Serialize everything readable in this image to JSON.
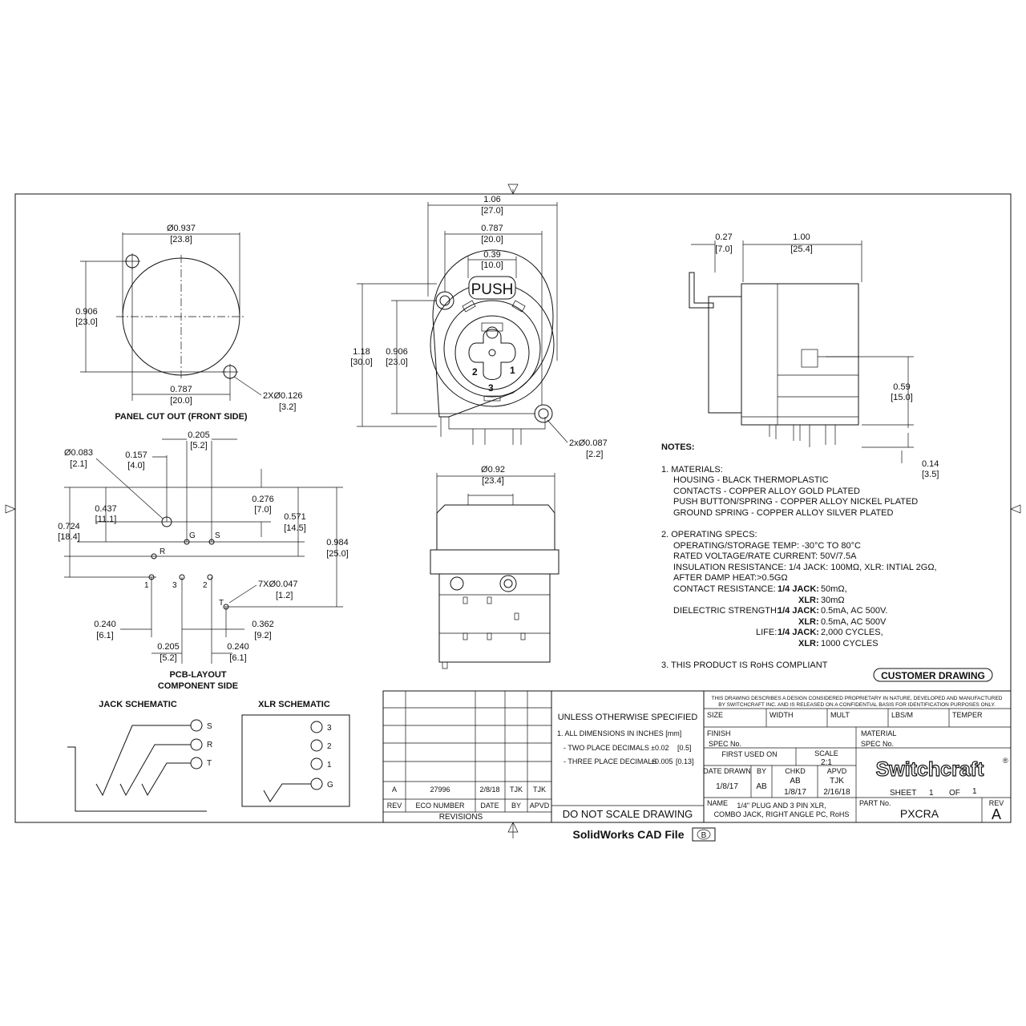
{
  "notes": {
    "heading": "NOTES:",
    "materials": {
      "title": "1.  MATERIALS:",
      "lines": [
        "HOUSING - BLACK THERMOPLASTIC",
        "CONTACTS - COPPER ALLOY GOLD PLATED",
        "PUSH BUTTON/SPRING - COPPER ALLOY NICKEL PLATED",
        "GROUND SPRING - COPPER ALLOY SILVER PLATED"
      ]
    },
    "specs": {
      "title": "2.  OPERATING SPECS:",
      "temp": "OPERATING/STORAGE TEMP:  -30°C  TO 80°C",
      "rated": "RATED VOLTAGE/RATE CURRENT: 50V/7.5A",
      "insulation": "INSULATION RESISTANCE: 1/4 JACK: 100MΩ, XLR: INTIAL 2GΩ,",
      "damp": "AFTER DAMP HEAT:>0.5GΩ",
      "contact_label": "CONTACT RESISTANCE:",
      "jack_b": "1/4 JACK:",
      "contact_jack": "50mΩ,",
      "xlr_b": "XLR:",
      "contact_xlr": "30mΩ",
      "dielectric_label": "DIELECTRIC STRENGTH:",
      "diel_jack": "0.5mA, AC 500V.",
      "diel_xlr": "0.5mA, AC 500V",
      "life_label": "LIFE:",
      "life_jack": "2,000 CYCLES,",
      "life_xlr": "1000 CYCLES"
    },
    "rohs": "3.  THIS PRODUCT IS RoHS COMPLIANT"
  },
  "customer_drawing": "CUSTOMER DRAWING",
  "panel_cutout": {
    "label": "PANEL CUT OUT (FRONT SIDE)",
    "dia_in": "Ø0.937",
    "dia_mm": "[23.8]",
    "h_in": "0.906",
    "h_mm": "[23.0]",
    "w_in": "0.787",
    "w_mm": "[20.0]",
    "hole_in": "2XØ0.126",
    "hole_mm": "[3.2]"
  },
  "front_view": {
    "push": "PUSH",
    "w1_in": "1.06",
    "w1_mm": "[27.0]",
    "w2_in": "0.787",
    "w2_mm": "[20.0]",
    "w3_in": "0.39",
    "w3_mm": "[10.0]",
    "h1_in": "1.18",
    "h1_mm": "[30.0]",
    "h2_in": "0.906",
    "h2_mm": "[23.0]",
    "hole_in": "2xØ0.087",
    "hole_mm": "[2.2]",
    "pin1": "1",
    "pin2": "2",
    "pin3": "3"
  },
  "side_view": {
    "d1_in": "0.27",
    "d1_mm": "[7.0]",
    "d2_in": "1.00",
    "d2_mm": "[25.4]",
    "d3_in": "0.59",
    "d3_mm": "[15.0]",
    "d4_in": "0.14",
    "d4_mm": "[3.5]"
  },
  "bottom_view": {
    "dia_in": "Ø0.92",
    "dia_mm": "[23.4]"
  },
  "pcb_layout": {
    "label1": "PCB-LAYOUT",
    "label2": "COMPONENT SIDE",
    "a_in": "Ø0.083",
    "a_mm": "[2.1]",
    "b_in": "0.157",
    "b_mm": "[4.0]",
    "c_in": "0.205",
    "c_mm": "[5.2]",
    "d_in": "0.276",
    "d_mm": "[7.0]",
    "e_in": "0.437",
    "e_mm": "[11.1]",
    "f_in": "0.571",
    "f_mm": "[14.5]",
    "g_in": "0.724",
    "g_mm": "[18.4]",
    "h_in": "0.984",
    "h_mm": "[25.0]",
    "i_in": "7XØ0.047",
    "i_mm": "[1.2]",
    "j_in": "0.240",
    "j_mm": "[6.1]",
    "k_in": "0.362",
    "k_mm": "[9.2]",
    "l_in": "0.205",
    "l_mm": "[5.2]",
    "m_in": "0.240",
    "m_mm": "[6.1]",
    "pins": {
      "G": "G",
      "S": "S",
      "R": "R",
      "T": "T",
      "p1": "1",
      "p2": "2",
      "p3": "3"
    }
  },
  "jack_schematic": {
    "title": "JACK SCHEMATIC",
    "s": "S",
    "r": "R",
    "t": "T"
  },
  "xlr_schematic": {
    "title": "XLR SCHEMATIC",
    "p3": "3",
    "p2": "2",
    "p1": "1",
    "g": "G"
  },
  "revisions": {
    "rev_h": "REV",
    "eco_h": "ECO NUMBER",
    "date_h": "DATE",
    "by_h": "BY",
    "apvd_h": "APVD",
    "row": {
      "rev": "A",
      "eco": "27996",
      "date": "2/8/18",
      "by": "TJK",
      "apvd": "TJK"
    },
    "label": "REVISIONS"
  },
  "tolerances": {
    "title": "UNLESS OTHERWISE SPECIFIED",
    "l1": "1.  ALL DIMENSIONS IN INCHES  [mm]",
    "l2a": "- TWO PLACE DECIMALS",
    "l2b": "±0.02",
    "l2c": "[0.5]",
    "l3a": "- THREE PLACE DECIMALS",
    "l3b": "±0.005",
    "l3c": "[0.13]",
    "noscale": "DO NOT SCALE DRAWING"
  },
  "title_block": {
    "proprietary1": "THIS DRAWING DESCRIBES A DESIGN CONSIDERED PROPRIETARY IN NATURE, DEVELOPED AND MANUFACTURED",
    "proprietary2": "BY SWITCHCRAFT INC. AND IS RELEASED ON A CONFIDENTIAL BASIS FOR IDENTIFICATION PURPOSES ONLY.",
    "size": "SIZE",
    "width": "WIDTH",
    "mult": "MULT",
    "lbsm": "LBS/M",
    "temper": "TEMPER",
    "finish": "FINISH",
    "spec1": "SPEC No.",
    "material": "MATERIAL",
    "spec2": "SPEC No.",
    "first_used": "FIRST USED ON",
    "scale_h": "SCALE",
    "scale": "2:1",
    "date_drawn_h": "DATE DRAWN",
    "date_drawn": "1/8/17",
    "by_h": "BY",
    "by": "AB",
    "chkd_h": "CHKD",
    "chkd": "AB",
    "chkd_date": "1/8/17",
    "apvd_h": "APVD",
    "apvd": "TJK",
    "apvd_date": "2/16/18",
    "logo": "Switchcraft",
    "sheet_h": "SHEET",
    "sheet": "1",
    "of_h": "OF",
    "of": "1",
    "name_h": "NAME",
    "name1": "1/4\" PLUG AND 3 PIN XLR,",
    "name2": "COMBO JACK, RIGHT ANGLE PC, RoHS",
    "part_h": "PART No.",
    "part": "PXCRA",
    "rev_h": "REV",
    "rev": "A"
  },
  "footer": {
    "cad": "SolidWorks CAD File",
    "cad_rev": "B"
  }
}
